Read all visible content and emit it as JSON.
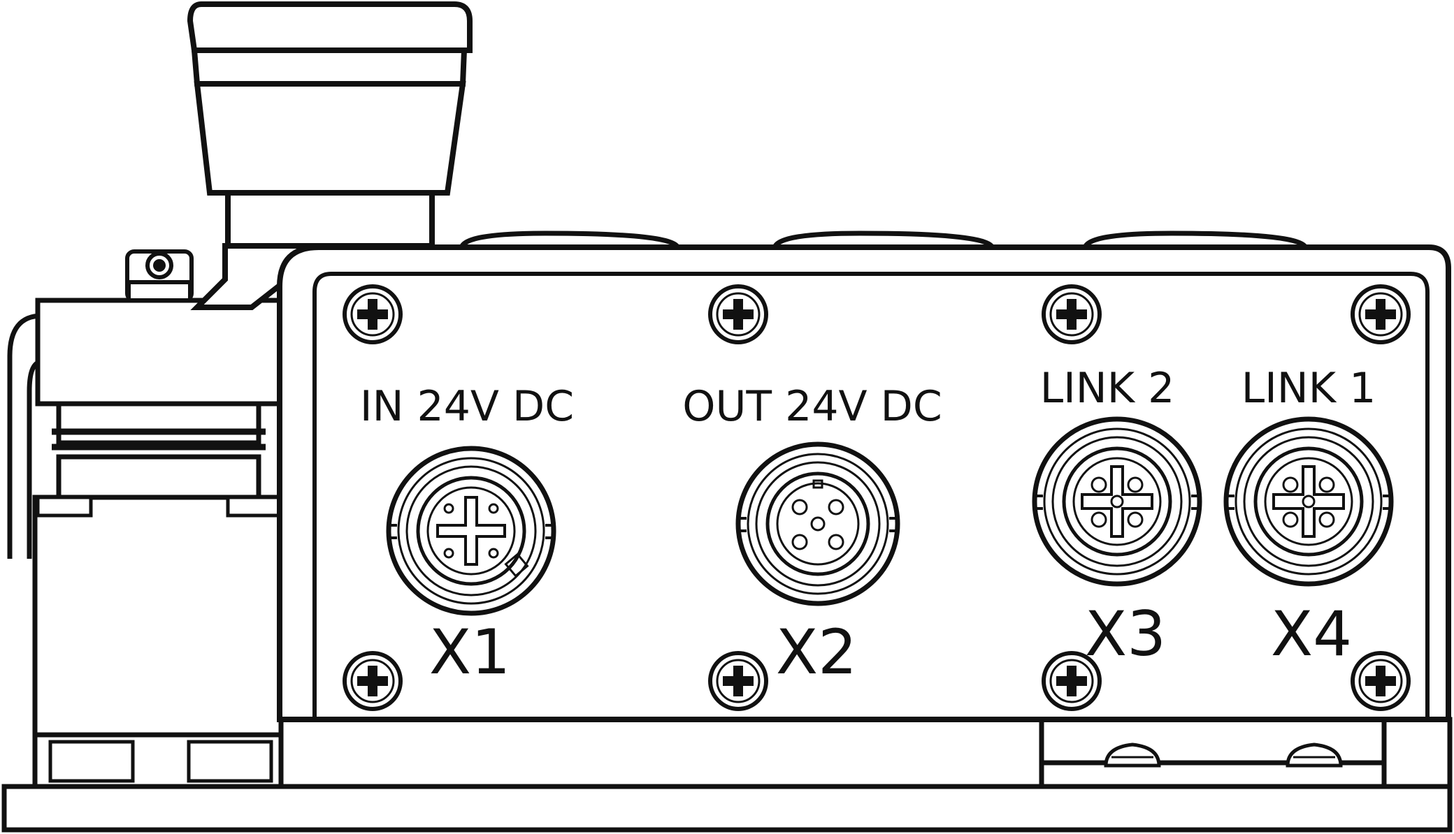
{
  "ports": [
    {
      "id": "X1",
      "label": "IN 24V DC"
    },
    {
      "id": "X2",
      "label": "OUT 24V DC"
    },
    {
      "id": "X3",
      "label": "LINK 2"
    },
    {
      "id": "X4",
      "label": "LINK 1"
    }
  ],
  "colors": {
    "stroke": "#111111",
    "fill": "#ffffff"
  }
}
